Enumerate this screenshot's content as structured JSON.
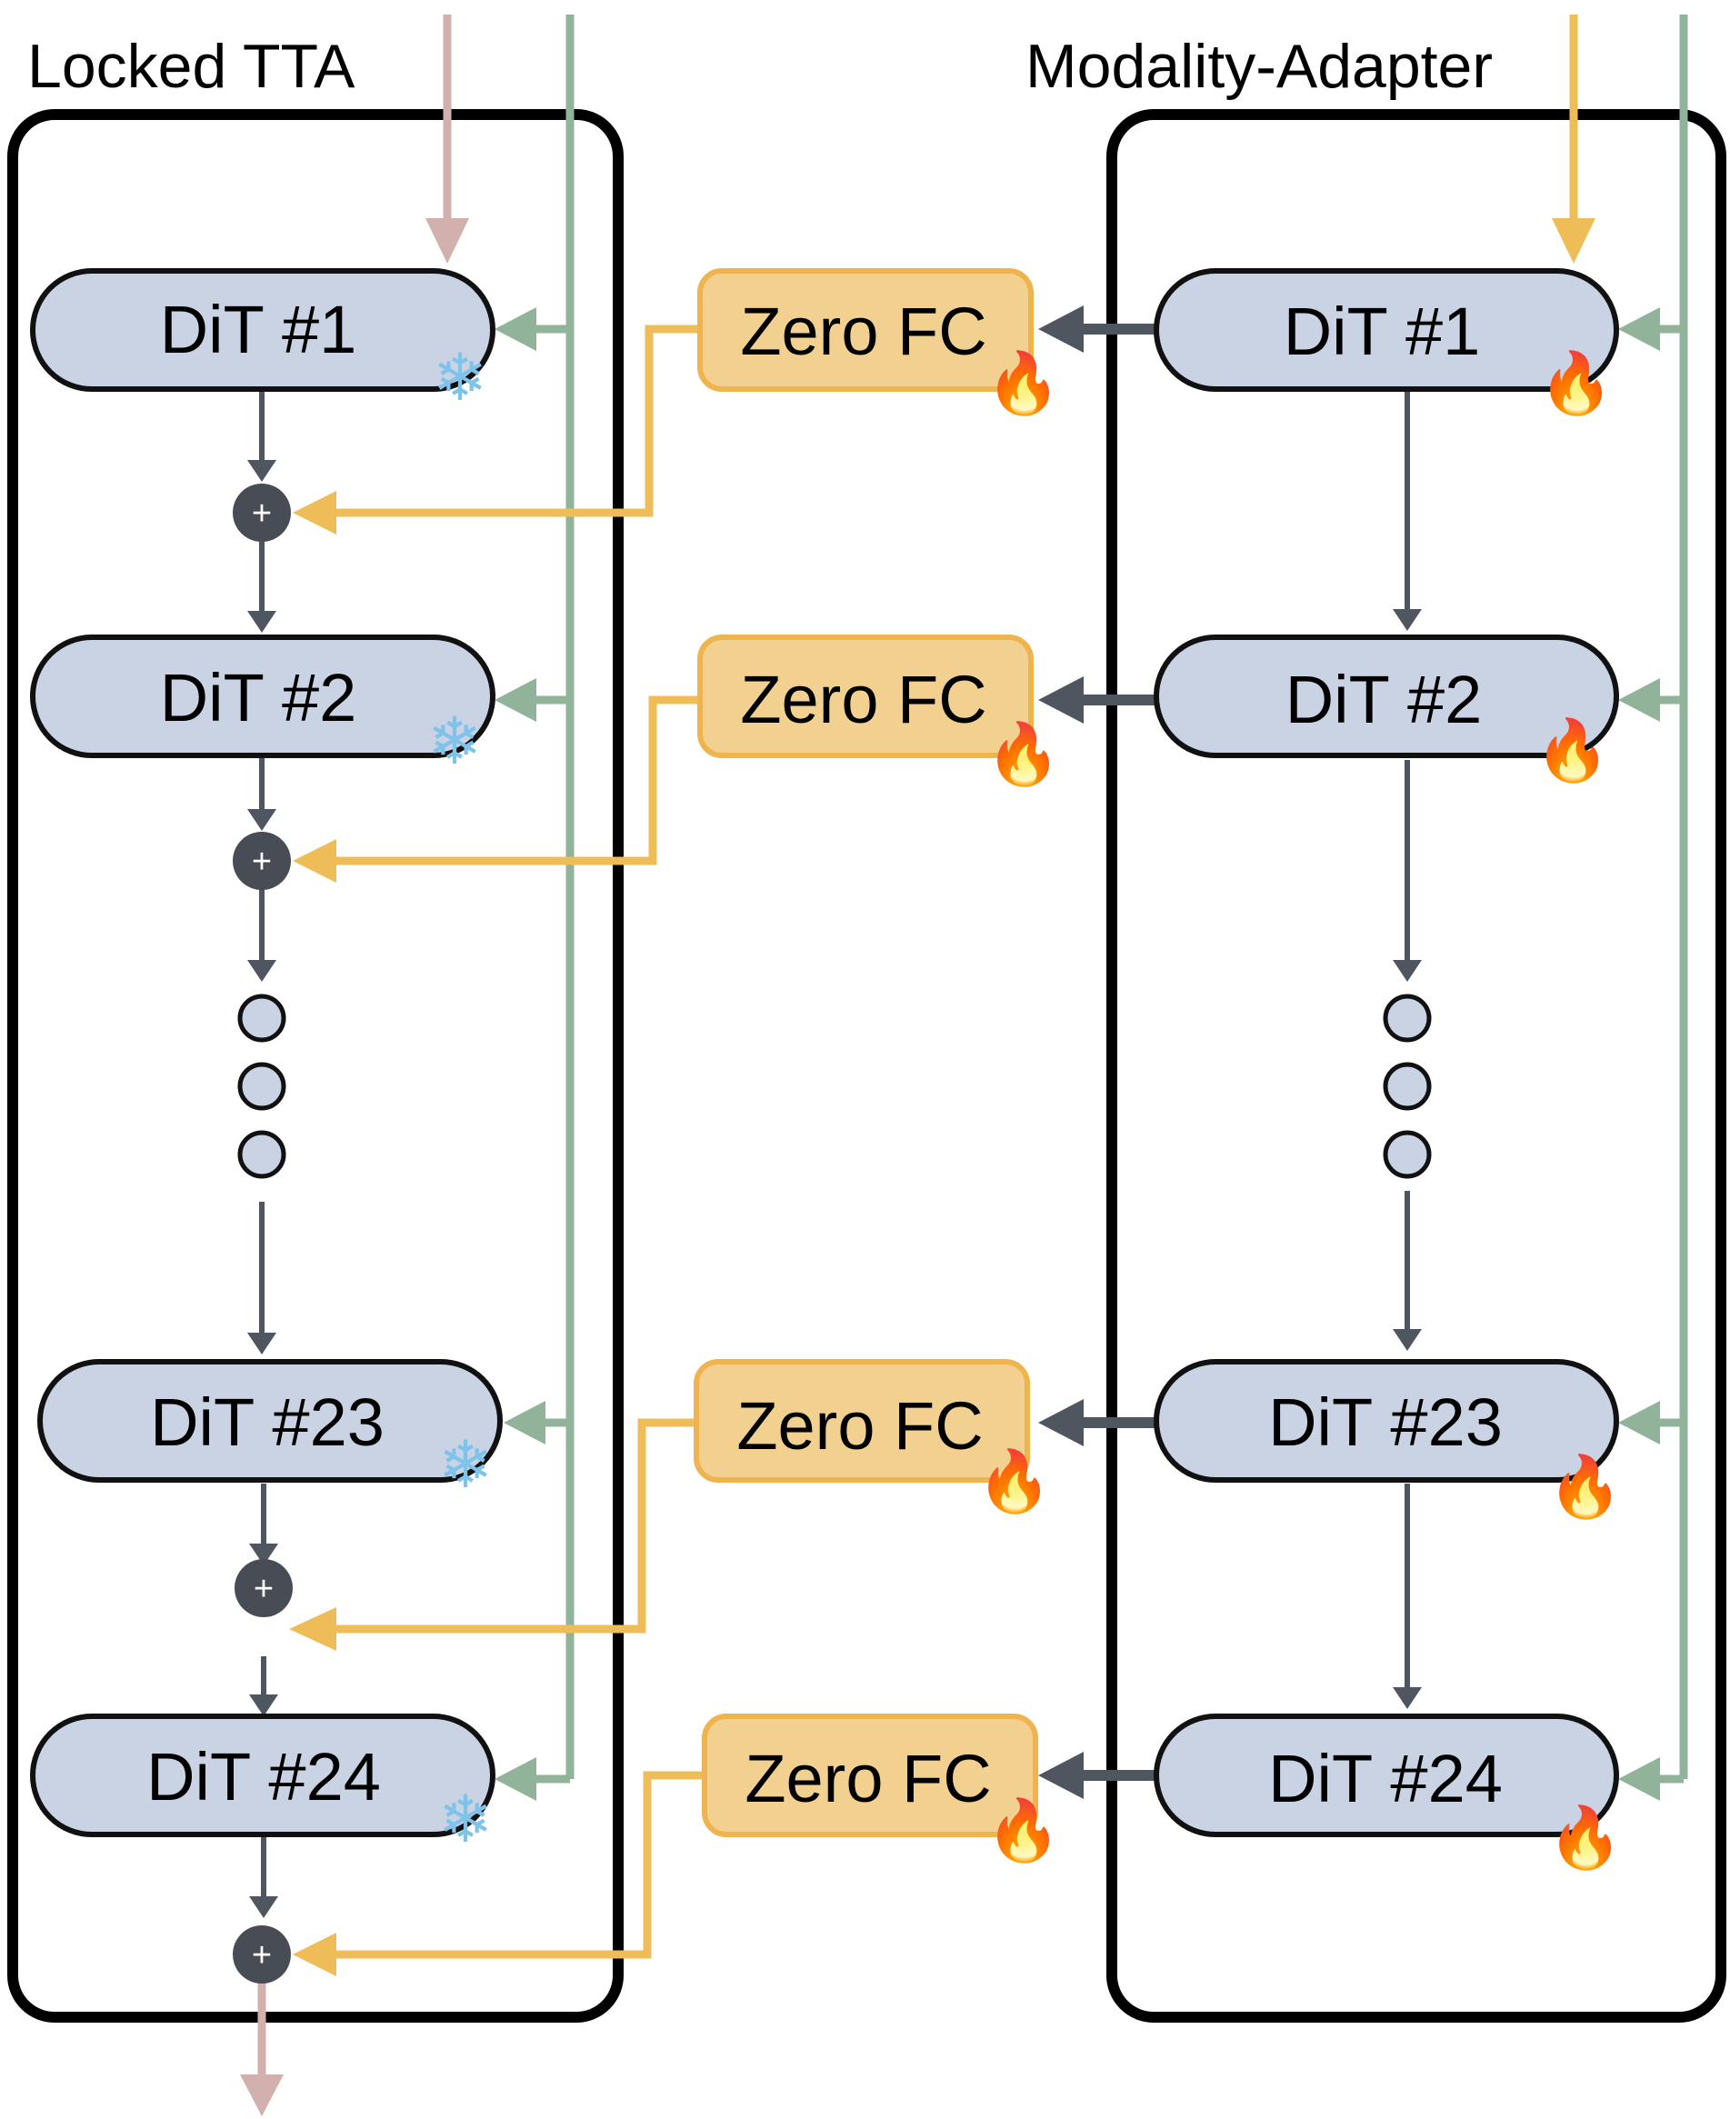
{
  "left_panel": {
    "title": "Locked TTA",
    "blocks": [
      "DiT #1",
      "DiT #2",
      "DiT #23",
      "DiT #24"
    ],
    "block_state_icon": "snowflake-icon",
    "block_state_glyph": "❄"
  },
  "right_panel": {
    "title": "Modality-Adapter",
    "blocks": [
      "DiT #1",
      "DiT #2",
      "DiT #23",
      "DiT #24"
    ],
    "block_state_icon": "fire-icon",
    "block_state_glyph": "🔥"
  },
  "connectors": {
    "labels": [
      "Zero FC",
      "Zero FC",
      "Zero FC",
      "Zero FC"
    ],
    "state_icon": "fire-icon",
    "state_glyph": "🔥"
  },
  "sum_node": {
    "icon": "plus-icon",
    "glyph": "+"
  },
  "colors": {
    "panel_border": "#000000",
    "dit_fill": "#c9d3e3",
    "dit_border": "#111111",
    "zero_fc_fill": "#f2d08f",
    "zero_fc_border": "#efb44e",
    "orange_line": "#efbd58",
    "green_line": "#90b39a",
    "pink_line": "#d1b0ae",
    "dark_line": "#505660",
    "sum_fill": "#474c55"
  }
}
